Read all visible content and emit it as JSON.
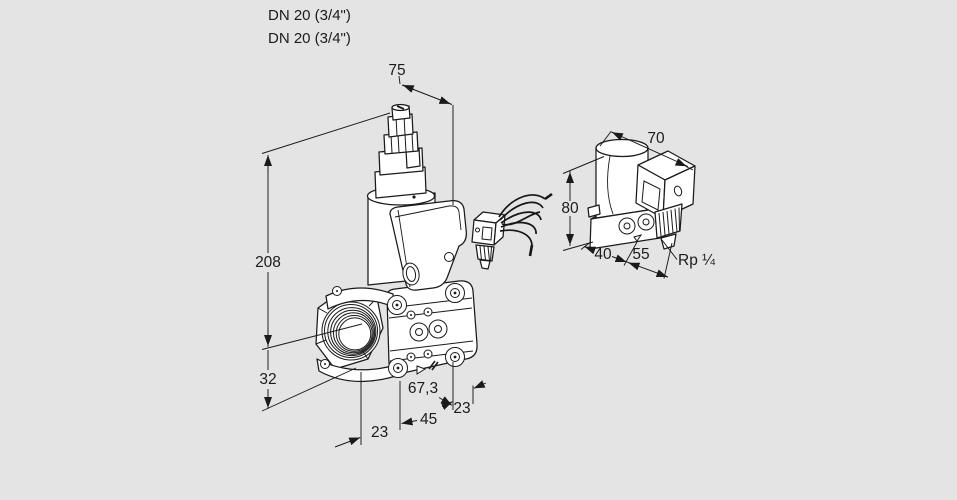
{
  "drawing": {
    "background_color": "#e4e4e4",
    "line_color": "#1a1a1a",
    "fill_color": "#ffffff",
    "product_line1": "DN 20 (3/4\")",
    "product_line2": "DN 20 (3/4\")"
  },
  "front_view": {
    "dim_width_top": "75",
    "dim_height_total": "208",
    "dim_height_center_to_bottom": "32",
    "dim_body_depth": "67,3",
    "dim_flange_depth": "45",
    "dim_offset_left": "23",
    "dim_offset_right": "23"
  },
  "side_view": {
    "dim_width": "70",
    "dim_height": "80",
    "dim_depth_front": "40",
    "dim_depth_rear": "55",
    "pilot_thread": "Rp ¼"
  }
}
